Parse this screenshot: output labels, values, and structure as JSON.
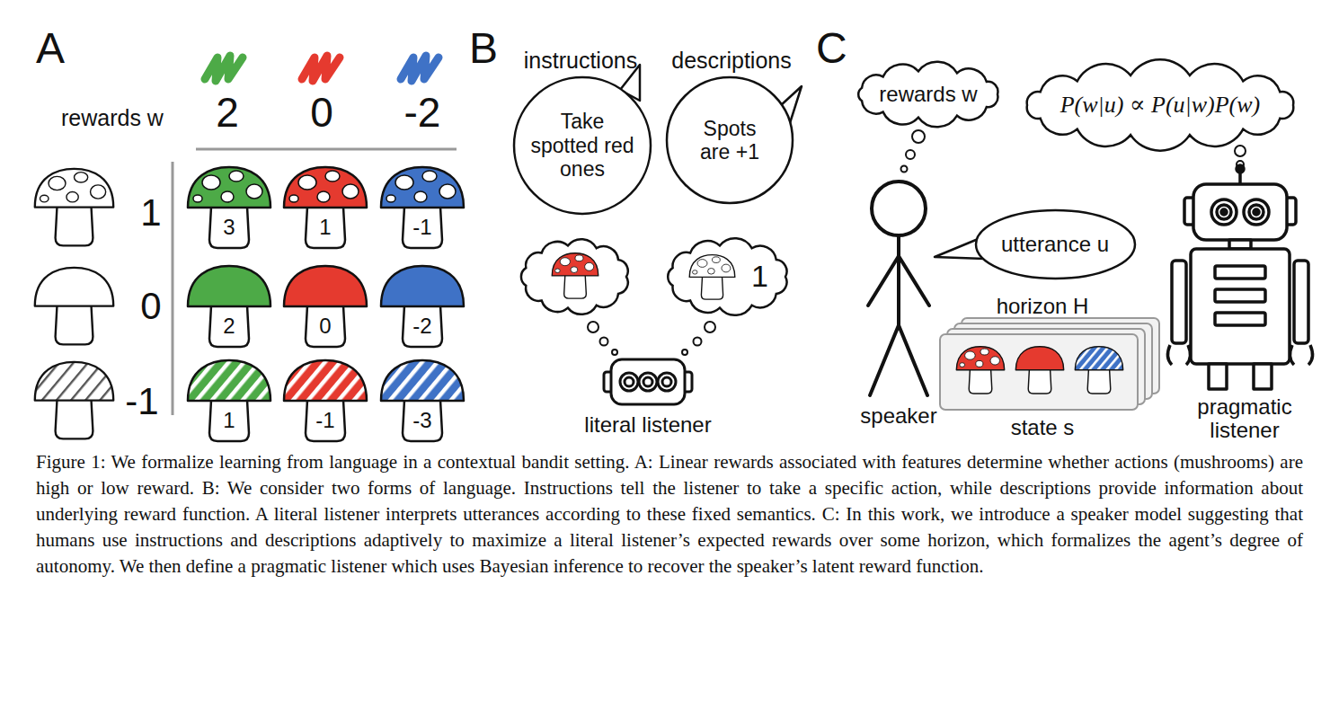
{
  "diagram": {
    "caption": "Figure 1: We formalize learning from language in a contextual bandit setting. A: Linear rewards associated with features determine whether actions (mushrooms) are high or low reward. B: We consider two forms of language. Instructions tell the listener to take a specific action, while descriptions provide information about underlying reward function. A literal listener interprets utterances according to these fixed semantics. C: In this work, we introduce a speaker model suggesting that humans use instructions and descriptions adaptively to maximize a literal listener’s expected rewards over some horizon, which formalizes the agent’s degree of autonomy. We then define a pragmatic listener which uses Bayesian inference to recover the speaker’s latent reward function.",
    "nodes": [
      {
        "text": [
          "3"
        ]
      },
      {
        "text": [
          "1"
        ]
      },
      {
        "text": [
          "-1"
        ]
      },
      {
        "text": [
          "2"
        ]
      },
      {
        "text": [
          "0"
        ]
      },
      {
        "text": [
          "-2"
        ]
      },
      {
        "text": [
          "1"
        ]
      },
      {
        "text": [
          "-1"
        ]
      },
      {
        "text": [
          "-3"
        ]
      },
      {
        "text": [
          "Take spotted red ones"
        ]
      },
      {
        "text": [
          "Spots are +1"
        ]
      },
      {
        "text": [
          "1"
        ]
      },
      {
        "text": [
          "rewards w"
        ]
      },
      {
        "text": [
          "P(w|u) ∝ P(u|w)P(w)"
        ]
      },
      {
        "text": [
          "utterance u"
        ]
      }
    ],
    "labels": [
      "A",
      "rewards w",
      "2",
      "0",
      "-2",
      "1",
      "0",
      "-1",
      "B",
      "instructions",
      "descriptions",
      "literal listener",
      "C",
      "speaker",
      "horizon H",
      "state s",
      "pragmatic listener"
    ]
  }
}
